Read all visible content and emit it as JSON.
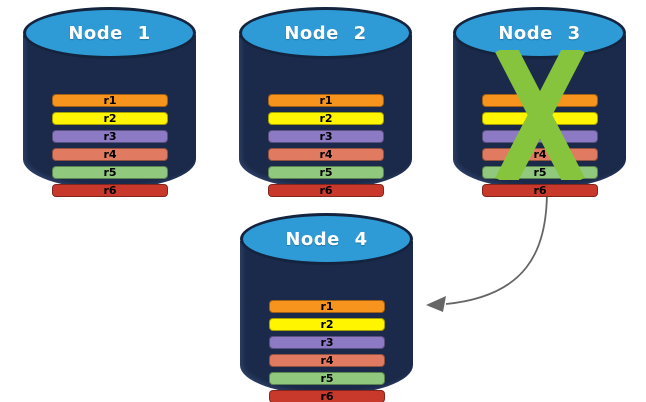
{
  "diagram": {
    "nodes": [
      {
        "id": "node-1",
        "label": "Node 1",
        "failed": false
      },
      {
        "id": "node-2",
        "label": "Node 2",
        "failed": false
      },
      {
        "id": "node-3",
        "label": "Node 3",
        "failed": true
      },
      {
        "id": "node-4",
        "label": "Node 4",
        "failed": false
      }
    ],
    "replicas": [
      "r1",
      "r2",
      "r3",
      "r4",
      "r5",
      "r6"
    ],
    "replica_colors": {
      "r1": "#F7941E",
      "r2": "#FFF500",
      "r3": "#8C7AC4",
      "r4": "#E07B62",
      "r5": "#90C87E",
      "r6": "#C9392B"
    },
    "colors": {
      "cylinder_body": "#1B2A4A",
      "cylinder_top": "#2E9BD6",
      "cylinder_border": "#14243F",
      "failure_x": "#86C43E",
      "arrow": "#666666"
    }
  }
}
